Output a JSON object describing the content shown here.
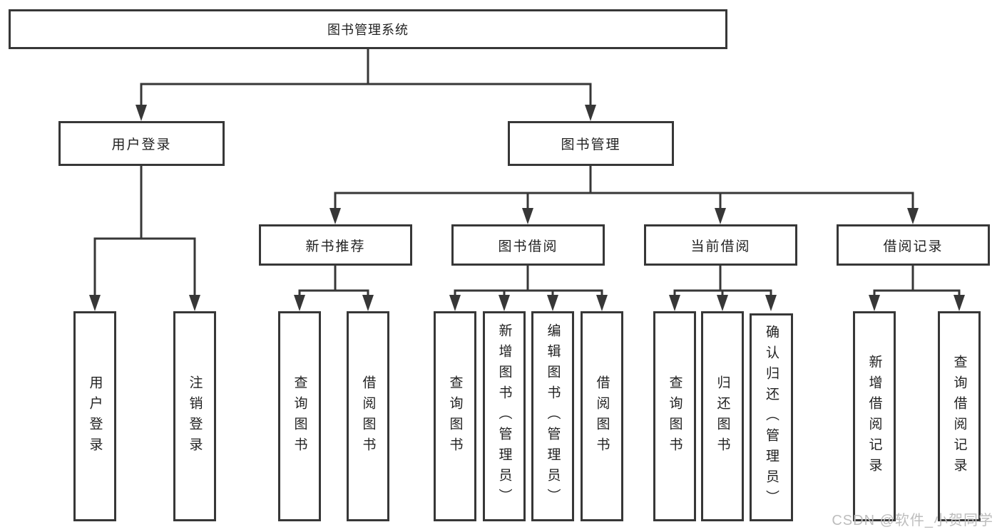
{
  "diagram": {
    "root": {
      "label": "图书管理系统"
    },
    "level1": {
      "user_login": "用户登录",
      "book_management": "图书管理"
    },
    "level2": {
      "new_book_recommend": "新书推荐",
      "book_borrow": "图书借阅",
      "current_borrow": "当前借阅",
      "borrow_records": "借阅记录"
    },
    "leaves": {
      "user_login": [
        "用户登录",
        "注销登录"
      ],
      "new_book_recommend": [
        "查询图书",
        "借阅图书"
      ],
      "book_borrow": [
        "查询图书",
        "新增图书（管理员）",
        "编辑图书（管理员）",
        "借阅图书"
      ],
      "current_borrow": [
        "查询图书",
        "归还图书",
        "确认归还（管理员）"
      ],
      "borrow_records": [
        "新增借阅记录",
        "查询借阅记录"
      ]
    },
    "watermark": "CSDN @软件_小贺同学",
    "colors": {
      "line": "#373737",
      "text": "#222222",
      "watermark": "#bdbdbd",
      "background": "#ffffff"
    }
  }
}
